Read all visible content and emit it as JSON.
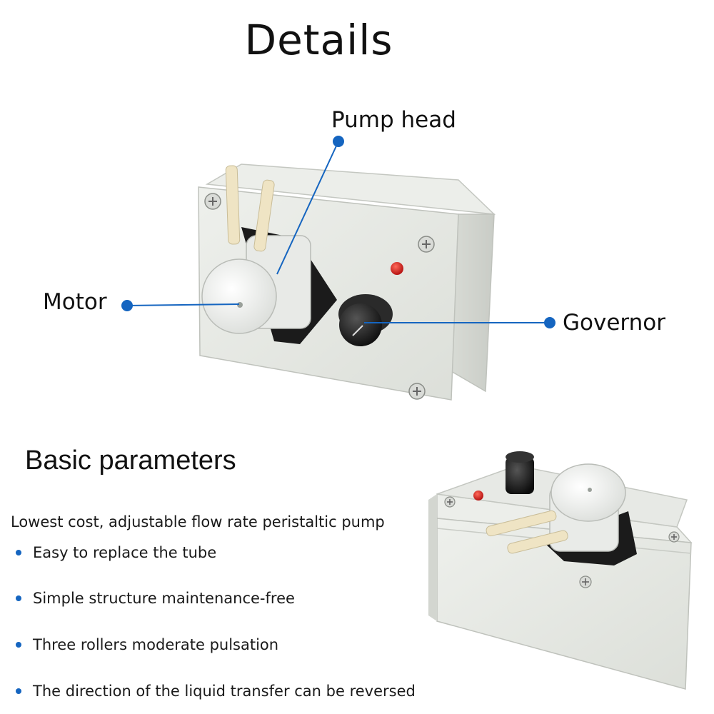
{
  "title": "Details",
  "callouts": {
    "pump_head": "Pump head",
    "motor": "Motor",
    "governor": "Governor"
  },
  "basic": {
    "heading": "Basic parameters",
    "intro": "Lowest cost, adjustable flow rate peristaltic pump",
    "bullets": [
      "Easy to replace the tube",
      "Simple structure maintenance-free",
      "Three rollers moderate pulsation",
      "The direction of the liquid transfer can be reversed"
    ]
  },
  "colors": {
    "accent": "#1565c0",
    "enclosure": "#e4e6e1",
    "led": "#d01818"
  }
}
